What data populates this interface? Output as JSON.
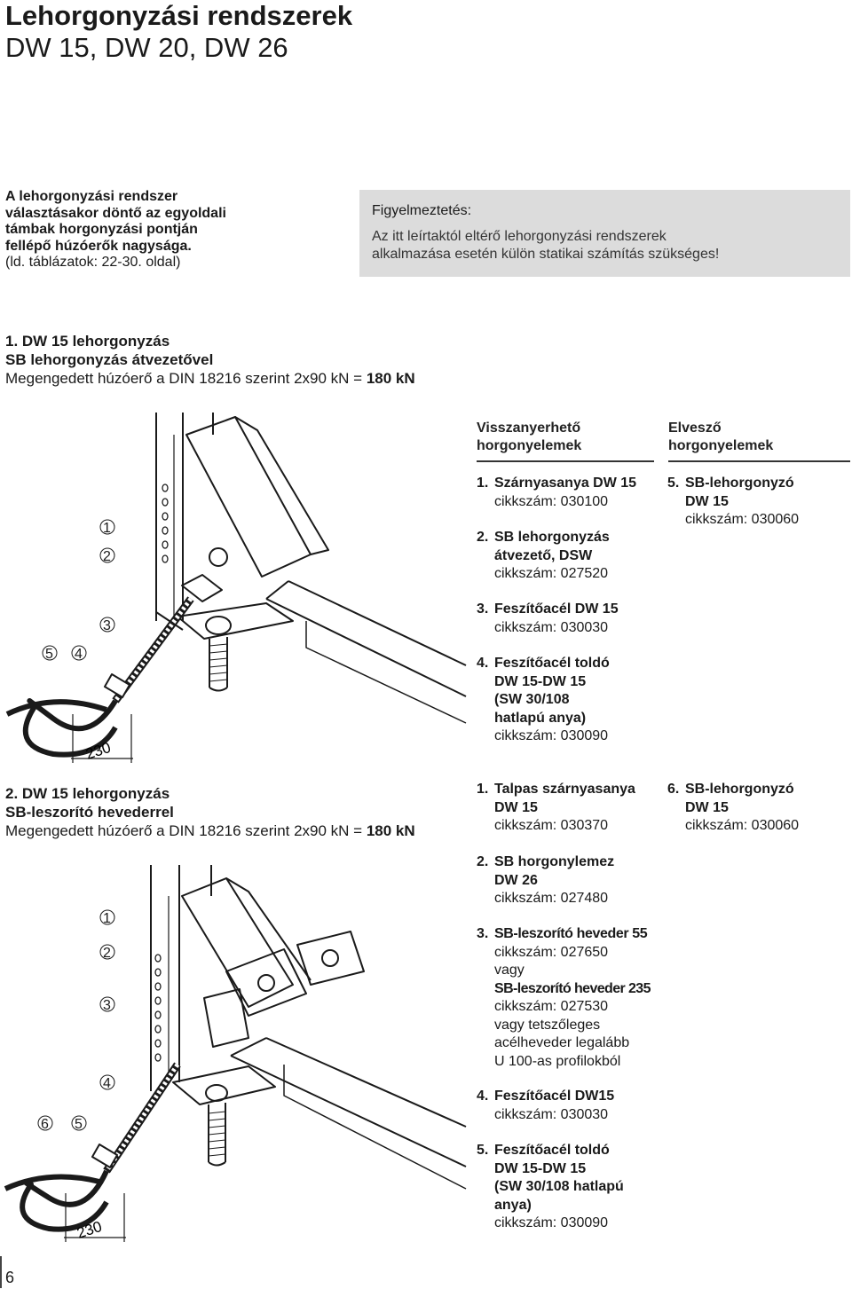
{
  "header": {
    "title": "Lehorgonyzási rendszerek",
    "subtitle": "DW 15, DW 20, DW 26"
  },
  "intro": {
    "line1": "A lehorgonyzási rendszer",
    "line2": "választásakor döntő az egyoldali",
    "line3": "támbak horgonyzási pontján",
    "line4": "fellépő húzóerők nagysága.",
    "line5": "(ld. táblázatok: 22-30. oldal)"
  },
  "warning": {
    "title": "Figyelmeztetés:",
    "line1": "Az itt leírtaktól eltérő lehorgonyzási rendszerek",
    "line2": "alkalmazása esetén külön statikai számítás szükséges!"
  },
  "section1": {
    "heading": "1. DW 15 lehorgonyzás",
    "subheading": "SB lehorgonyzás átvezetővel",
    "note_prefix": "Megengedett húzóerő a DIN 18216 szerint 2x90 kN = ",
    "note_value": "180 kN",
    "col_recoverable_1": "Visszanyerhető",
    "col_recoverable_2": "horgonyelemek",
    "col_lost_1": "Elvesző",
    "col_lost_2": "horgonyelemek",
    "items": [
      {
        "num": "1.",
        "lines": [
          "Szárnyasanya DW 15"
        ],
        "code": "cikkszám: 030100"
      },
      {
        "num": "2.",
        "lines": [
          "SB lehorgonyzás",
          "átvezető, DSW"
        ],
        "code": "cikkszám: 027520"
      },
      {
        "num": "3.",
        "lines": [
          "Feszítőacél DW 15"
        ],
        "code": "cikkszám: 030030"
      },
      {
        "num": "4.",
        "lines": [
          "Feszítőacél toldó",
          "DW 15-DW 15",
          "(SW 30/108",
          "hatlapú anya)"
        ],
        "code": "cikkszám: 030090"
      }
    ],
    "lost_items": [
      {
        "num": "5.",
        "lines": [
          "SB-lehorgonyzó",
          "DW 15"
        ],
        "code": "cikkszám: 030060"
      }
    ],
    "callouts": [
      "1",
      "2",
      "3",
      "4",
      "5"
    ],
    "dimension": "230"
  },
  "section2": {
    "heading": "2. DW 15 lehorgonyzás",
    "subheading": "SB-leszorító hevederrel",
    "note_prefix": "Megengedett húzóerő a DIN 18216 szerint 2x90 kN = ",
    "note_value": "180 kN",
    "items": [
      {
        "num": "1.",
        "lines": [
          "Talpas szárnyasanya",
          "DW 15"
        ],
        "code": "cikkszám: 030370"
      },
      {
        "num": "2.",
        "lines": [
          "SB horgonylemez",
          "DW 26"
        ],
        "code": "cikkszám: 027480"
      },
      {
        "num": "3.",
        "lines": [
          "SB-leszorító heveder 55"
        ],
        "code": "cikkszám: 027650",
        "extra": [
          "vagy"
        ],
        "alt_title": "SB-leszorító heveder 235",
        "alt_code": "cikkszám: 027530",
        "alt_extra": [
          "vagy tetszőleges",
          "acélheveder legalább",
          "U 100-as profilokból"
        ]
      },
      {
        "num": "4.",
        "lines": [
          "Feszítőacél DW15"
        ],
        "code": "cikkszám: 030030"
      },
      {
        "num": "5.",
        "lines": [
          "Feszítőacél toldó",
          "DW 15-DW 15",
          "(SW 30/108 hatlapú",
          "anya)"
        ],
        "code": "cikkszám: 030090"
      }
    ],
    "lost_items": [
      {
        "num": "6.",
        "lines": [
          "SB-lehorgonyzó",
          "DW 15"
        ],
        "code": "cikkszám: 030060"
      }
    ],
    "callouts": [
      "1",
      "2",
      "3",
      "4",
      "5",
      "6"
    ],
    "dimension": "230"
  },
  "footer": {
    "page_number": "6"
  }
}
